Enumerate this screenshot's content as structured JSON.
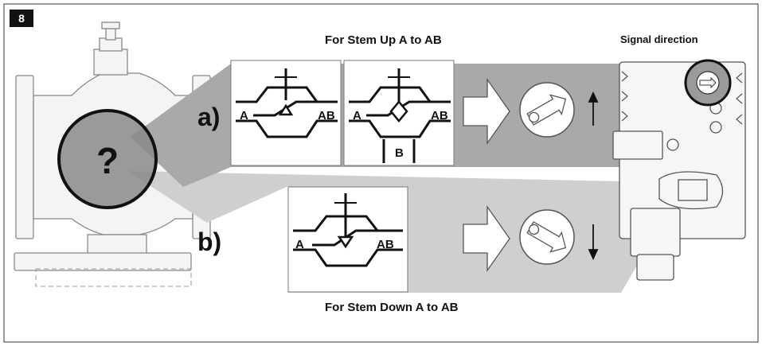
{
  "figure": {
    "number": "8",
    "caption_stem_up": "For Stem Up A to AB",
    "caption_stem_down": "For Stem Down A to AB",
    "caption_signal": "Signal direction",
    "question_mark": "?"
  },
  "options": {
    "a": {
      "label": "a)",
      "diagram_1": {
        "port_left": "A",
        "port_right": "AB",
        "plug": "triangle-up"
      },
      "diagram_2": {
        "port_left": "A",
        "port_right": "AB",
        "port_bottom": "B",
        "plug": "diamond"
      },
      "signal_arrow": "up"
    },
    "b": {
      "label": "b)",
      "diagram_1": {
        "port_left": "A",
        "port_right": "AB",
        "plug": "triangle-down"
      },
      "signal_arrow": "down"
    }
  },
  "colors": {
    "band_a": "#a8a8a8",
    "band_b": "#d3d3d3",
    "line": "#111111",
    "badge": "#111111"
  }
}
